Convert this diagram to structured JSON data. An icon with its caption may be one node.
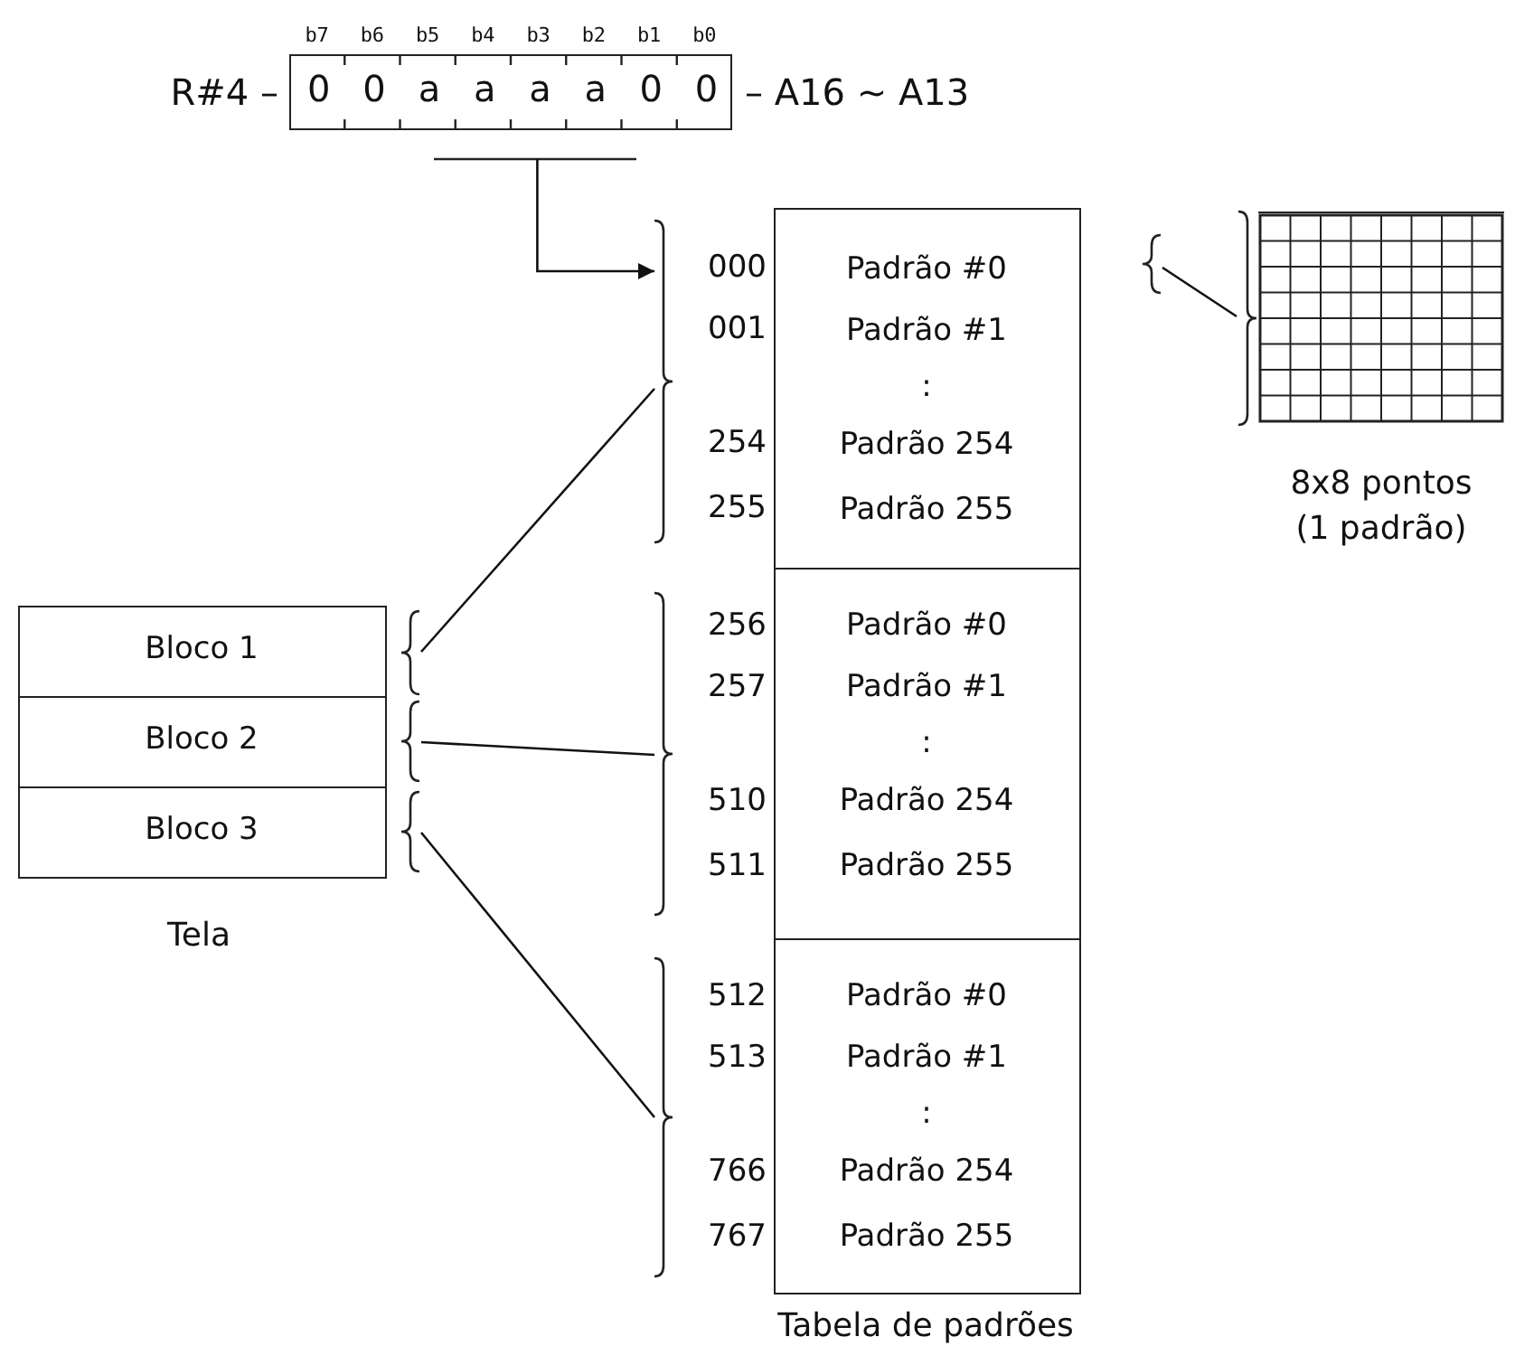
{
  "diagram": {
    "nodes": [
      {
        "text": [
          "0",
          "0",
          "a",
          "a",
          "a",
          "a",
          "0",
          "0"
        ],
        "beside": [
          "b7",
          "b6",
          "b5",
          "b4",
          "b3",
          "b2",
          "b1",
          "b0",
          "R#4 –",
          "– A16 ~ A13"
        ]
      },
      {
        "text": [
          "Padrão #0",
          "Padrão #1",
          ":",
          "Padrão 254",
          "Padrão 255"
        ],
        "beside": [
          "000",
          "001",
          "254",
          "255"
        ]
      },
      {
        "text": [
          "Padrão #0",
          "Padrão #1",
          ":",
          "Padrão 254",
          "Padrão 255"
        ],
        "beside": [
          "256",
          "257",
          "510",
          "511"
        ]
      },
      {
        "text": [
          "Padrão #0",
          "Padrão #1",
          ":",
          "Padrão 254",
          "Padrão 255"
        ],
        "beside": [
          "512",
          "513",
          "766",
          "767"
        ]
      },
      {
        "text": [
          "Bloco 1"
        ]
      },
      {
        "text": [
          "Bloco 2"
        ]
      },
      {
        "text": [
          "Bloco 3"
        ]
      },
      {
        "text": [],
        "shape": "picture",
        "beside": [
          "8x8 pontos (1 padrão)"
        ]
      }
    ],
    "edges": [
      {
        "from": 0,
        "to": 1,
        "arrow": "to"
      },
      {
        "from": 4,
        "to": 1,
        "arrow": "none"
      },
      {
        "from": 5,
        "to": 2,
        "arrow": "none"
      },
      {
        "from": 6,
        "to": 3,
        "arrow": "none"
      },
      {
        "from": 1,
        "to": 7,
        "arrow": "none"
      }
    ],
    "labels": [
      "Tela",
      "Tabela de padrões"
    ]
  }
}
